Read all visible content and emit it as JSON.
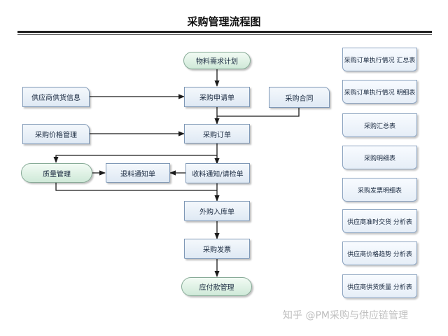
{
  "title": "采购管理流程图",
  "flow_nodes": {
    "material_plan": "物料需求计划",
    "purchase_request": "采购申请单",
    "purchase_contract": "采购合同",
    "supplier_info": "供应商供货信息",
    "price_mgmt": "采购价格管理",
    "purchase_order": "采购订单",
    "quality_mgmt": "质量管理",
    "return_notice": "退料通知单",
    "receiving_notice": "收料通知/请检单",
    "purchase_inbound": "外购入库单",
    "purchase_invoice": "采购发票",
    "ap_mgmt": "应付款管理"
  },
  "reports": [
    "采购订单执行情况 汇总表",
    "采购订单执行情况 明细表",
    "采购汇总表",
    "采购明细表",
    "采购发票明细表",
    "供应商准时交货 分析表",
    "供应商价格趋势 分析表",
    "供应商供货质量 分析表"
  ],
  "watermark": "知乎 @PM采购与供应链管理",
  "colors": {
    "node_fill": "#dfe9f4",
    "pill_fill": "#cfe9d8",
    "line": "#1a1a1a"
  }
}
